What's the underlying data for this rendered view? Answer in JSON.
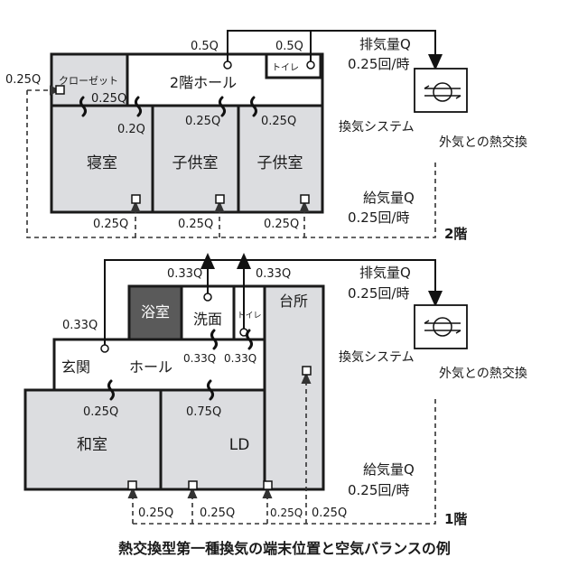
{
  "caption": "熱交換型第一種換気の端末位置と空気バランスの例",
  "floor2": {
    "tag": "2階",
    "rooms": {
      "closet": "クローゼット",
      "hall": "2階ホール",
      "toilet": "トイレ",
      "bedroom": "寝室",
      "kids1": "子供室",
      "kids2": "子供室"
    },
    "flows": {
      "exhaust_hall": "0.5Q",
      "exhaust_toilet": "0.5Q",
      "closet_side": "0.25Q",
      "closet_transfer": "0.25Q",
      "bed_transfer": "0.2Q",
      "kids1_transfer": "0.25Q",
      "kids2_transfer": "0.25Q",
      "supply_bed": "0.25Q",
      "supply_kids1": "0.25Q",
      "supply_kids2": "0.25Q"
    },
    "system": {
      "exhaust_label": "排気量Q",
      "exhaust_rate": "0.25回/時",
      "name": "換気システム",
      "exchange": "外気との熱交換",
      "supply_label": "給気量Q",
      "supply_rate": "0.25回/時"
    }
  },
  "floor1": {
    "tag": "1階",
    "rooms": {
      "bath": "浴室",
      "washroom": "洗面",
      "toilet": "トイレ",
      "kitchen": "台所",
      "entrance": "玄関",
      "hall": "ホール",
      "washitsu": "和室",
      "ld": "LD"
    },
    "flows": {
      "exhaust_hall": "0.33Q",
      "exhaust_wash": "0.33Q",
      "exhaust_toilet": "0.33Q",
      "wash_transfer": "0.33Q",
      "toilet_transfer": "0.33Q",
      "washitsu_transfer": "0.25Q",
      "ld_transfer": "0.75Q",
      "supply_1": "0.25Q",
      "supply_2": "0.25Q",
      "supply_3": "0.25Q",
      "supply_4": "0.25Q"
    },
    "system": {
      "exhaust_label": "排気量Q",
      "exhaust_rate": "0.25回/時",
      "name": "換気システム",
      "exchange": "外気との熱交換",
      "supply_label": "給気量Q",
      "supply_rate": "0.25回/時"
    }
  }
}
